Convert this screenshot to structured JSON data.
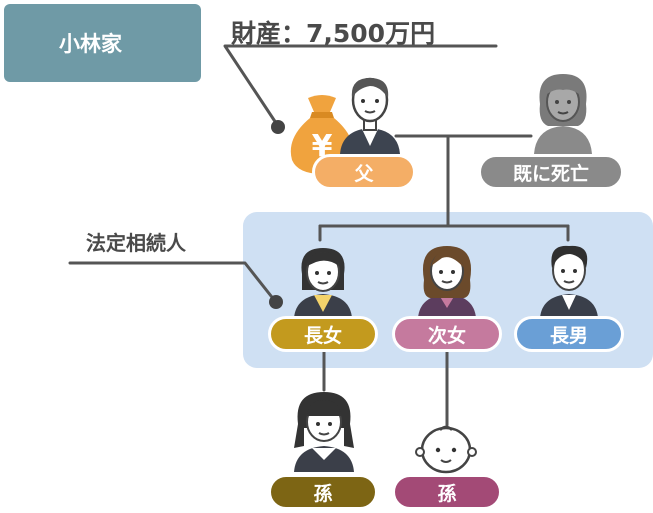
{
  "family": {
    "name": "小林家"
  },
  "assets": {
    "label": "財産：7,500万円"
  },
  "heirs": {
    "label": "法定相続人"
  },
  "moneybag": {
    "symbol": "¥"
  },
  "people": {
    "father": {
      "label": "父",
      "color": "#f4ae66"
    },
    "mother": {
      "label": "既に死亡",
      "color": "#8a8a8a"
    },
    "eldest_daughter": {
      "label": "長女",
      "color": "#c39a1e"
    },
    "second_daughter": {
      "label": "次女",
      "color": "#c57a9e"
    },
    "eldest_son": {
      "label": "長男",
      "color": "#6a9fd6"
    },
    "grandchild_1": {
      "label": "孫",
      "color": "#7d6514"
    },
    "grandchild_2": {
      "label": "孫",
      "color": "#a34a76"
    }
  }
}
